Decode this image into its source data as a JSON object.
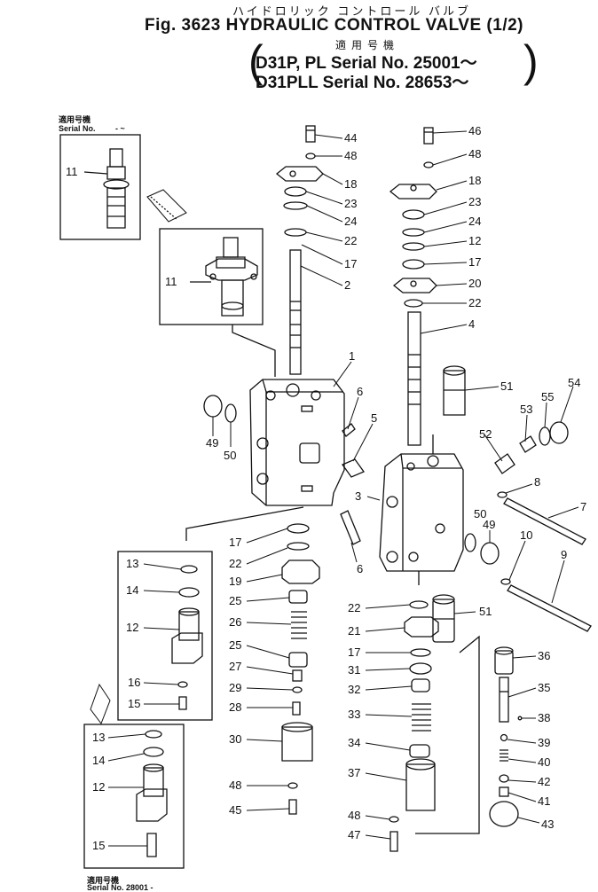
{
  "header": {
    "jp_title": "ハイドロリック コントロール バルブ",
    "en_title": "Fig. 3623 HYDRAULIC CONTROL VALVE (1/2)",
    "applicable_jp": "適用号機",
    "serial_line_1": "D31P, PL  Serial No. 25001～",
    "serial_line_2": "D31PLL    Serial No. 28653～"
  },
  "insets": {
    "top_left_jp": "適用号機",
    "top_left_serial": "Serial No.",
    "top_left_dash": "-   ~",
    "bottom_left_jp": "適用号機",
    "bottom_left_serial": "Serial No. 28001 -"
  },
  "callouts": {
    "c44": "44",
    "c48a": "48",
    "c18a": "18",
    "c23a": "23",
    "c24a": "24",
    "c22a": "22",
    "c17a": "17",
    "c2": "2",
    "c46": "46",
    "c48b": "48",
    "c18b": "18",
    "c23b": "23",
    "c24b": "24",
    "c12a": "12",
    "c17b": "17",
    "c20": "20",
    "c22b": "22",
    "c4": "4",
    "c1": "1",
    "c6a": "6",
    "c5": "5",
    "c49a": "49",
    "c50a": "50",
    "c51a": "51",
    "c53": "53",
    "c55": "55",
    "c54": "54",
    "c52": "52",
    "c3": "3",
    "c8": "8",
    "c7": "7",
    "c50b": "50",
    "c49b": "49",
    "c10": "10",
    "c9": "9",
    "c6b": "6",
    "c11a": "11",
    "c11b": "11",
    "c13a": "13",
    "c14a": "14",
    "c12b": "12",
    "c16": "16",
    "c15a": "15",
    "c13b": "13",
    "c14b": "14",
    "c12c": "12",
    "c15b": "15",
    "c17c": "17",
    "c22c": "22",
    "c19": "19",
    "c25a": "25",
    "c26": "26",
    "c25b": "25",
    "c27": "27",
    "c29": "29",
    "c28": "28",
    "c30": "30",
    "c48c": "48",
    "c45": "45",
    "c22d": "22",
    "c21": "21",
    "c51b": "51",
    "c17d": "17",
    "c31": "31",
    "c32": "32",
    "c33": "33",
    "c34": "34",
    "c37": "37",
    "c48d": "48",
    "c47": "47",
    "c36": "36",
    "c35": "35",
    "c38": "38",
    "c39": "39",
    "c40": "40",
    "c42": "42",
    "c41": "41",
    "c43": "43"
  }
}
